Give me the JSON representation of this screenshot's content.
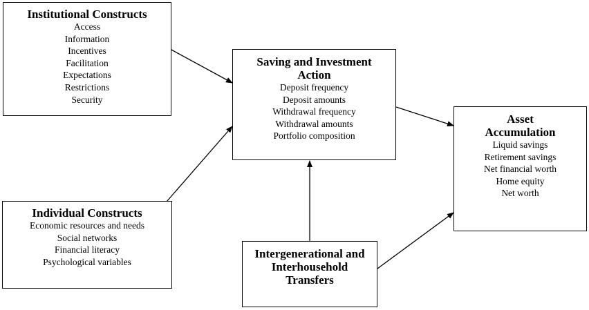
{
  "institutional": {
    "title": "Institutional Constructs",
    "items": [
      "Access",
      "Information",
      "Incentives",
      "Facilitation",
      "Expectations",
      "Restrictions",
      "Security"
    ]
  },
  "saving": {
    "title": "Saving and Investment Action",
    "items": [
      "Deposit frequency",
      "Deposit amounts",
      "Withdrawal frequency",
      "Withdrawal amounts",
      "Portfolio composition"
    ]
  },
  "asset": {
    "title": "Asset Accumulation",
    "items": [
      "Liquid savings",
      "Retirement savings",
      "Net financial worth",
      "Home equity",
      "Net worth"
    ]
  },
  "individual": {
    "title": "Individual Constructs",
    "items": [
      "Economic resources and needs",
      "Social networks",
      "Financial literacy",
      "Psychological variables"
    ]
  },
  "transfers": {
    "title": "Intergenerational and Interhousehold Transfers"
  },
  "colors": {
    "line": "#000000",
    "background": "#ffffff"
  }
}
